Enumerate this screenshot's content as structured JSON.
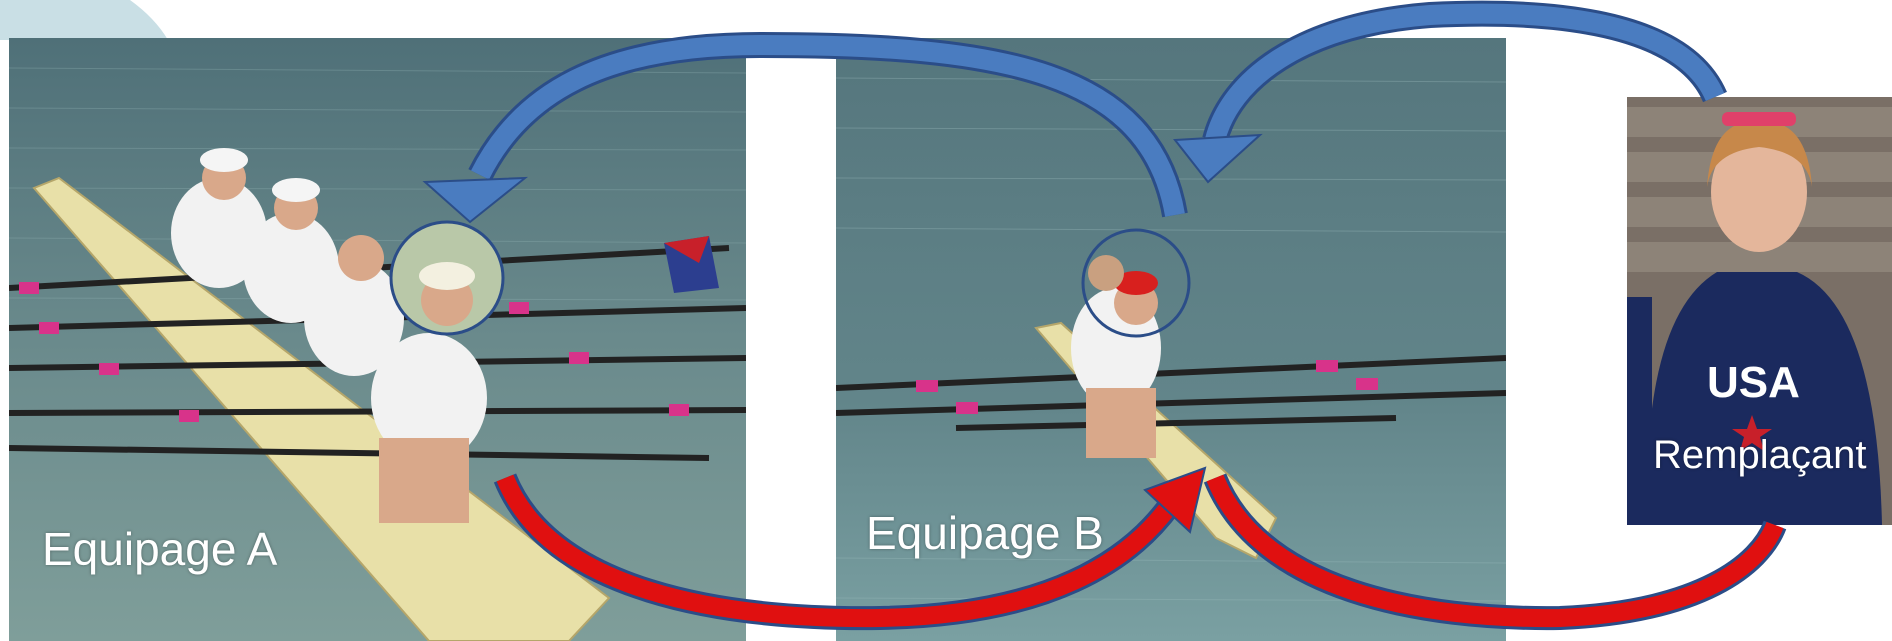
{
  "slide": {
    "labels": {
      "crew_a": "Equipage A",
      "crew_b": "Equipage B",
      "substitute": "Remplaçant"
    },
    "photo_b_shirt_text": "USA"
  },
  "colors": {
    "blue_arrow": "#4a7cc0",
    "red_arrow": "#e01010",
    "blue_outline": "#2b4d88",
    "water": "#5d7f86",
    "boat": "#e9dfa6",
    "jersey": "#1b2a5e"
  }
}
